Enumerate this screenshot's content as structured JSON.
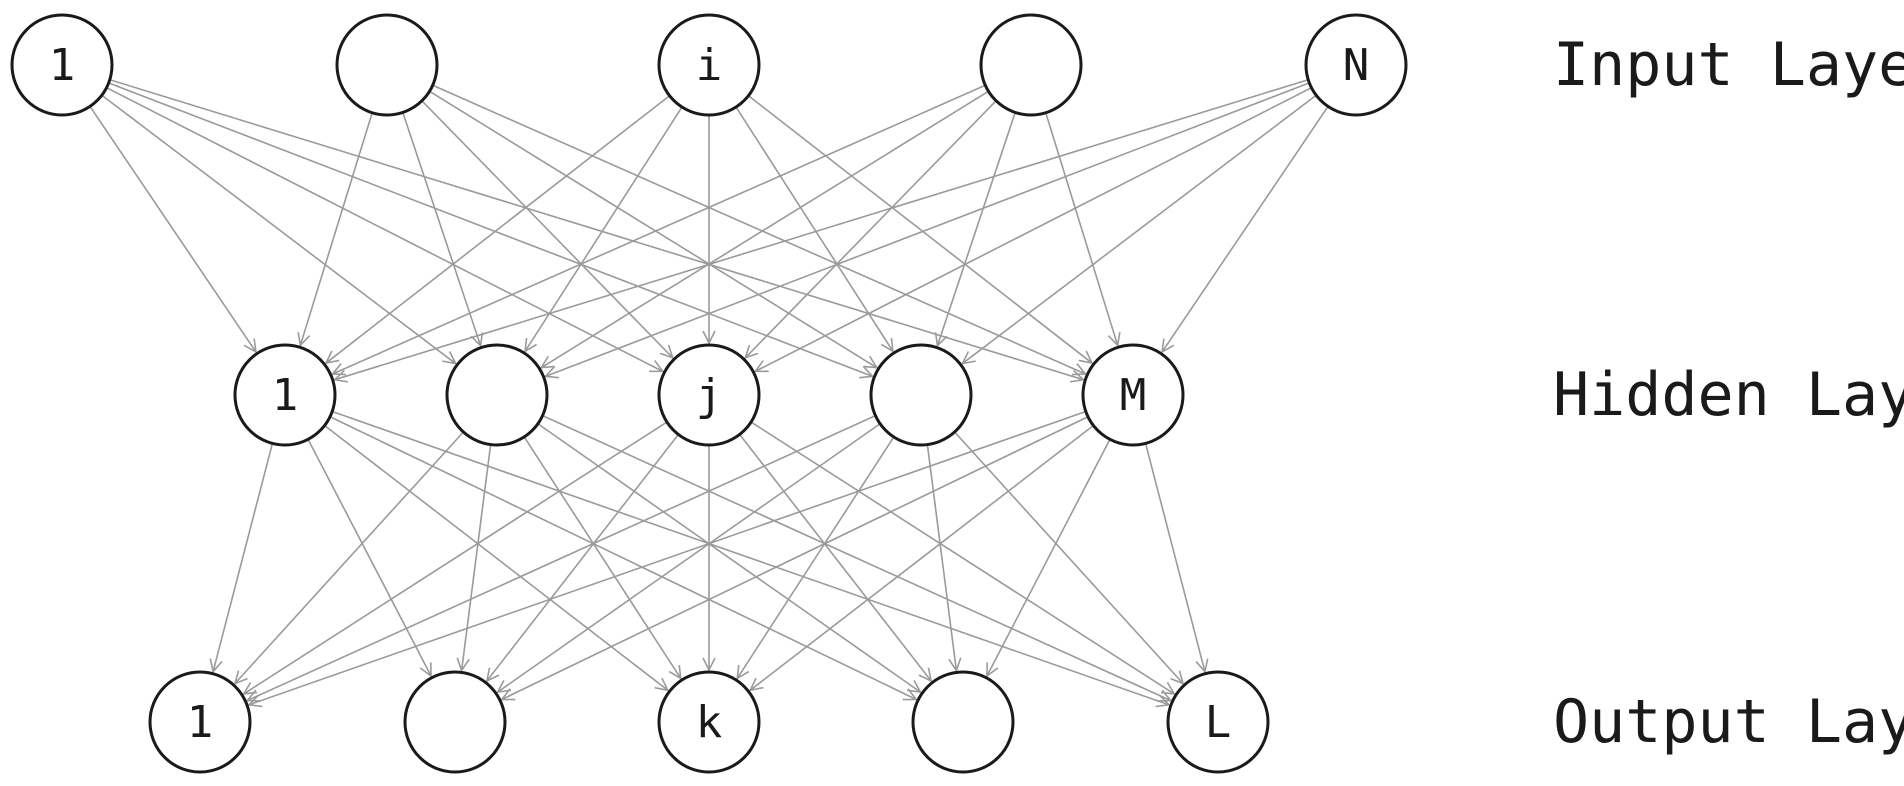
{
  "layers": [
    {
      "id": "input",
      "label": "Input Layer",
      "nodes": [
        "1",
        "",
        "i",
        "",
        "N"
      ]
    },
    {
      "id": "hidden",
      "label": "Hidden Layer",
      "nodes": [
        "1",
        "",
        "j",
        "",
        "M"
      ]
    },
    {
      "id": "output",
      "label": "Output Layer",
      "nodes": [
        "1",
        "",
        "k",
        "",
        "L"
      ]
    }
  ],
  "connections": "fully-connected"
}
